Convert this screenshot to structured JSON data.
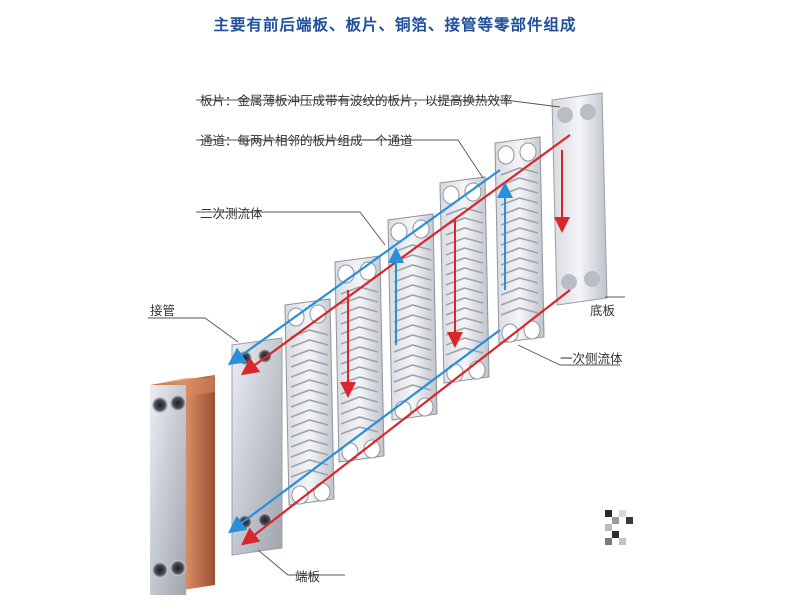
{
  "title": "主要有前后端板、板片、铜箔、接管等零部件组成",
  "labels": {
    "plate": "板片：金属薄板冲压成带有波纹的板片，以提高换热效率",
    "channel": "通道：每两片相邻的板片组成一个通道",
    "secondary": "二次测流体",
    "nozzle": "接管",
    "bottom_plate": "底板",
    "primary": "一次侧流体",
    "end_plate": "端板"
  },
  "colors": {
    "title": "#1f4f9a",
    "hot_flow": "#d8262b",
    "cold_flow": "#2a8fd8",
    "copper": "#c8704a",
    "steel": "#c9ccd2",
    "leader": "#555555"
  }
}
